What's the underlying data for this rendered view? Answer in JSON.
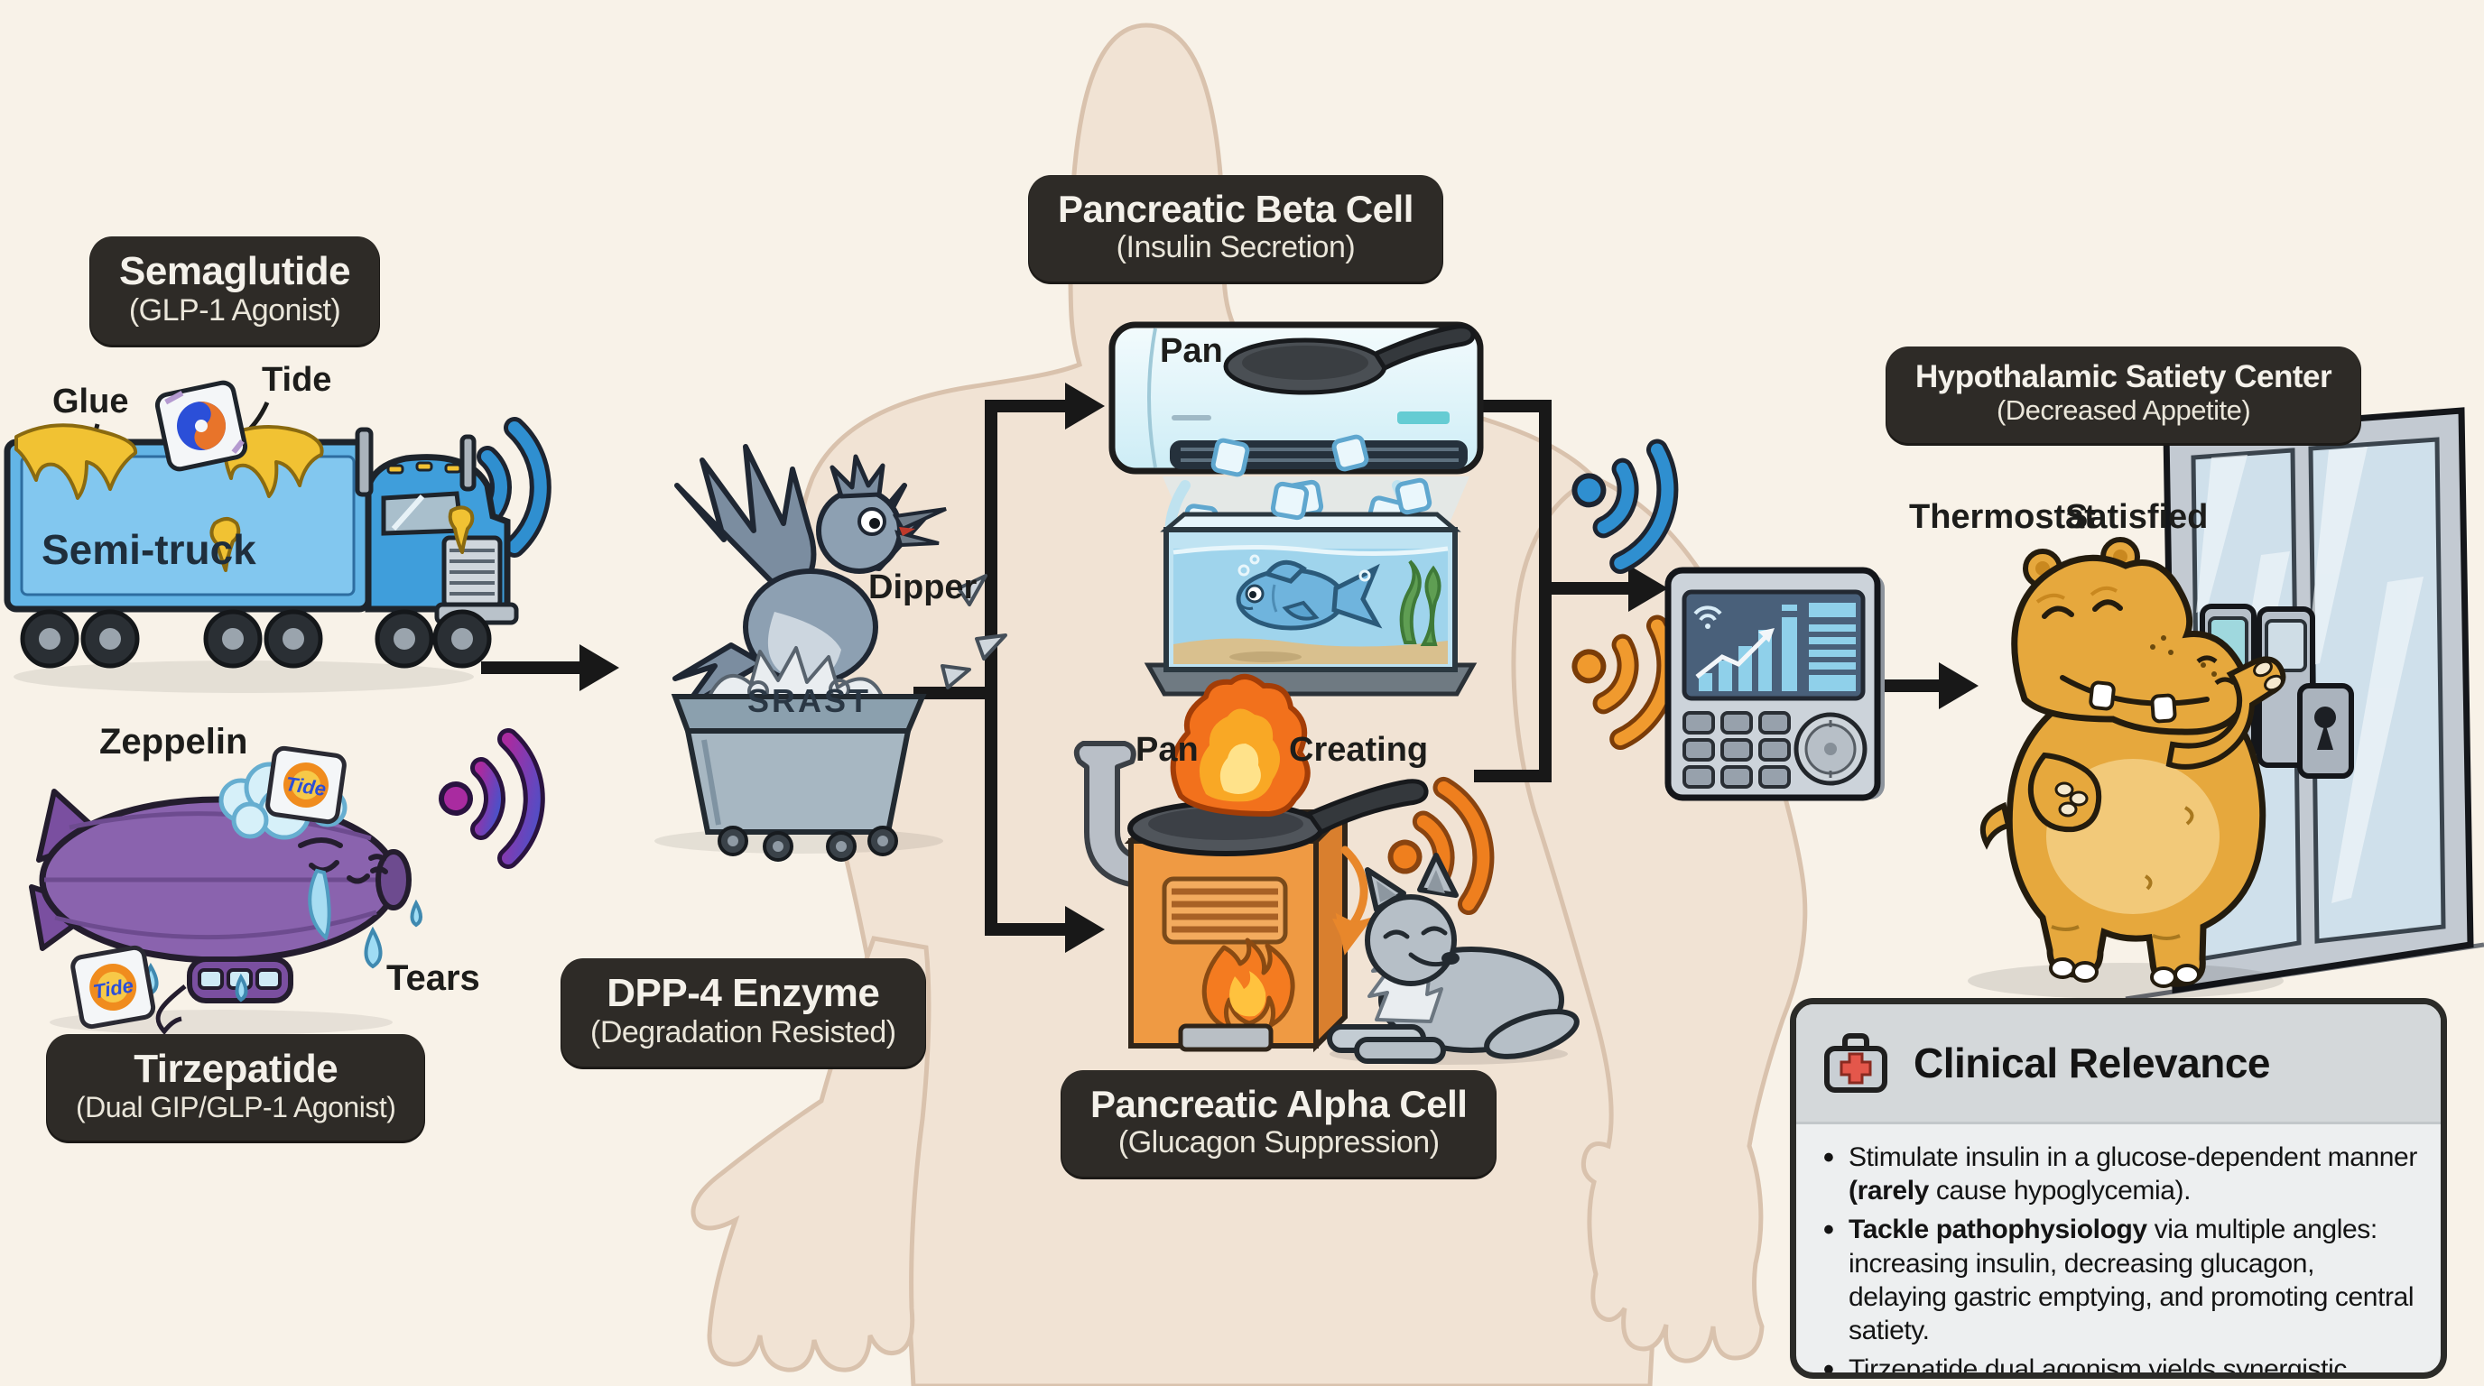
{
  "labels": {
    "semaglutide": {
      "title": "Semaglutide",
      "subtitle": "(GLP-1 Agonist)"
    },
    "tirzepatide": {
      "title": "Tirzepatide",
      "subtitle": "(Dual GIP/GLP-1 Agonist)"
    },
    "dpp4": {
      "title": "DPP-4 Enzyme",
      "subtitle": "(Degradation Resisted)"
    },
    "beta": {
      "title": "Pancreatic Beta Cell",
      "subtitle": "(Insulin Secretion)"
    },
    "alpha": {
      "title": "Pancreatic Alpha Cell",
      "subtitle": "(Glucagon Suppression)"
    },
    "satiety": {
      "title": "Hypothalamic Satiety Center",
      "subtitle": "(Decreased Appetite)"
    }
  },
  "annotations": {
    "glue": "Glue",
    "tide": "Tide",
    "semi_truck": "Semi-truck",
    "zeppelin": "Zeppelin",
    "tears": "Tears",
    "tide_logo": "Tide",
    "dipper": "Dipper",
    "shredder": "SRAST",
    "pan_beta": "Pan",
    "pan_alpha": "Pan",
    "creating": "Creating",
    "thermostat": "Thermostat",
    "satisfied": "Satisfied"
  },
  "clinical": {
    "title": "Clinical Relevance",
    "bullets": [
      {
        "pre": "Stimulate insulin in a glucose-dependent manner ",
        "bold": "(rarely",
        "post": " cause hypoglycemia)."
      },
      {
        "pre": "",
        "bold": "Tackle pathophysiology",
        "post": " via multiple angles: increasing insulin, decreasing glucagon, delaying gastric emptying, and promoting central satiety."
      },
      {
        "pre": "",
        "bold": "",
        "post": "Tirzepatide dual agonism yields synergistic, superior weight loss."
      }
    ]
  },
  "colors": {
    "background": "#f8f2e8",
    "label_bg": "#2e2b27",
    "label_text": "#f4f1ea",
    "silhouette": "#f1e3d4",
    "flow_arrow": "#181818",
    "wifi_blue": "#2f8fd0",
    "wifi_purple": "#8b3fb0",
    "wifi_orange": "#ef8c1f",
    "truck_blue": "#63b5e6",
    "zeppelin_purple": "#8a63ae",
    "stove_orange": "#ef9a43",
    "hippo_gold": "#e6a83d",
    "accent_red": "#e4574b"
  }
}
